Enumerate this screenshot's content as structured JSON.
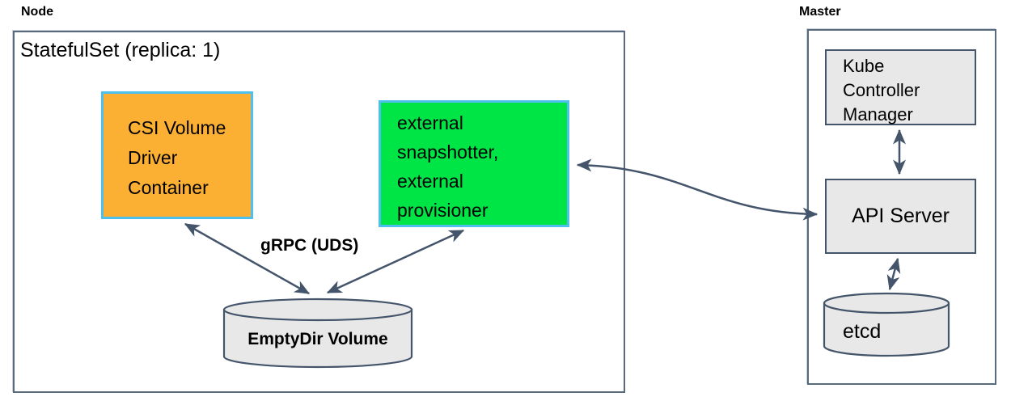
{
  "colors": {
    "orange": "#FBB034",
    "green": "#00E546",
    "border_blue": "#4FC0EE",
    "gray_fill": "#E8E8E8",
    "slate": "#44546A",
    "outer_border": "#5A6A7D"
  },
  "node": {
    "label": "Node",
    "statefulset_title": "StatefulSet (replica: 1)",
    "csi_box": {
      "lines": [
        "CSI Volume",
        "Driver",
        "Container"
      ]
    },
    "sidecar_box": {
      "lines": [
        "external",
        "snapshotter,",
        "external",
        "provisioner"
      ]
    },
    "grpc_label": "gRPC (UDS)",
    "emptydir_label": "EmptyDir Volume"
  },
  "master": {
    "label": "Master",
    "kcm_box": {
      "lines": [
        "Kube",
        "Controller",
        "Manager"
      ]
    },
    "api_server_label": "API Server",
    "etcd_label": "etcd"
  }
}
